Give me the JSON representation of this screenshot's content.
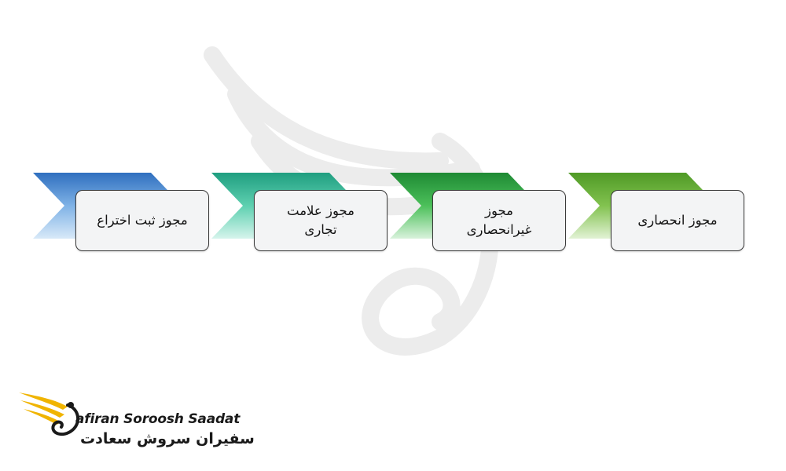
{
  "diagram": {
    "steps": [
      {
        "label": "مجوز ثبت اختراع",
        "color": "#5b9bd5"
      },
      {
        "label": "مجوز علامت\nتجاری",
        "color": "#4fc3a1"
      },
      {
        "label": "مجوز\nغیرانحصاری",
        "color": "#3fae49"
      },
      {
        "label": "مجوز انحصاری",
        "color": "#6cb33f"
      }
    ]
  },
  "logo": {
    "name_en": "afiran Soroosh Saadat",
    "name_fa": "سفیران سروش سعادت",
    "accent_color": "#f0b400"
  }
}
